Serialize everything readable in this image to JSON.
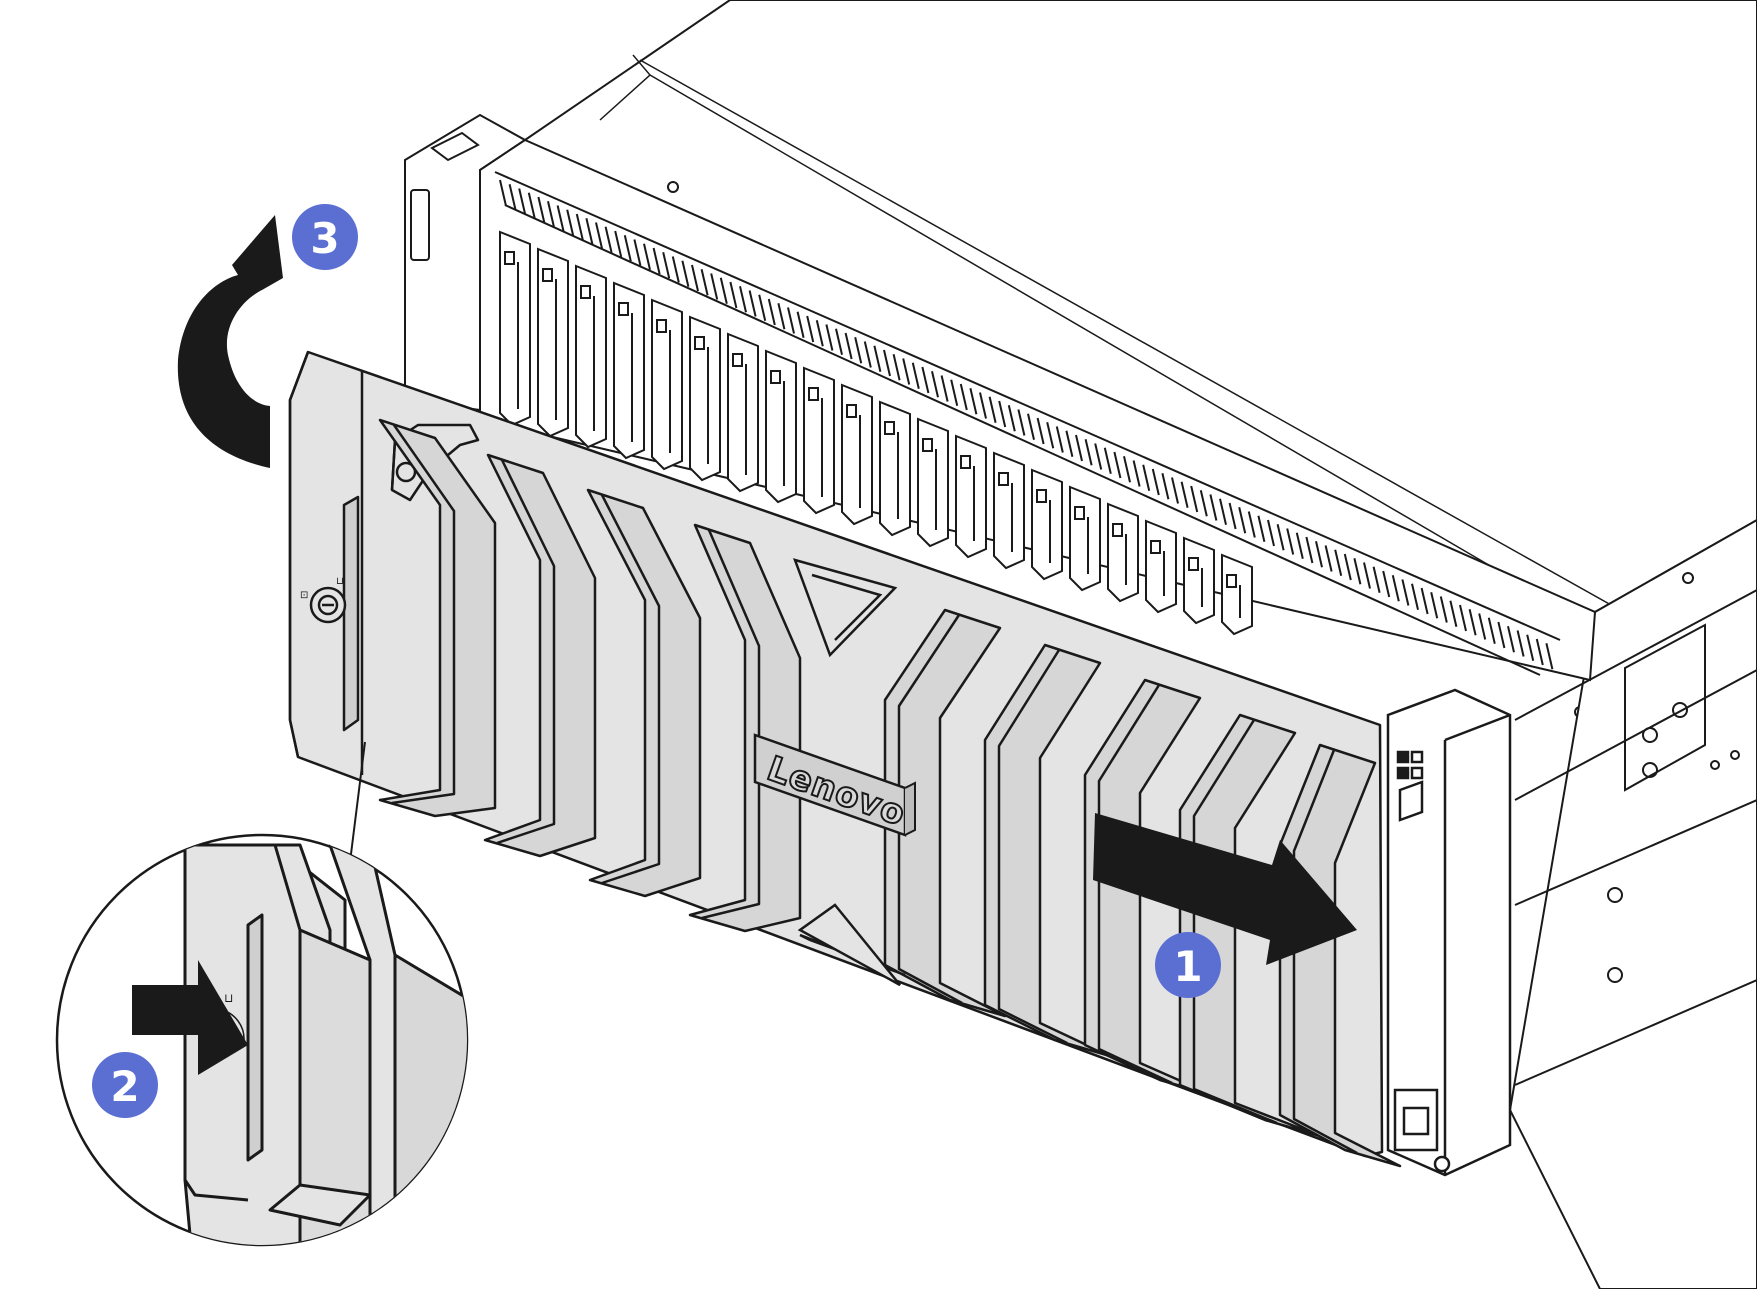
{
  "diagram": {
    "brand_logo": "Lenovo",
    "steps": [
      {
        "number": "1",
        "action": "slide-right"
      },
      {
        "number": "2",
        "action": "press-release-latch"
      },
      {
        "number": "3",
        "action": "rotate-outward"
      }
    ],
    "colors": {
      "badge": "#5b6fd3",
      "bezel": "#e4e4e4",
      "outline": "#1a1a1a",
      "arrow": "#1a1a1a",
      "background": "#ffffff"
    }
  }
}
